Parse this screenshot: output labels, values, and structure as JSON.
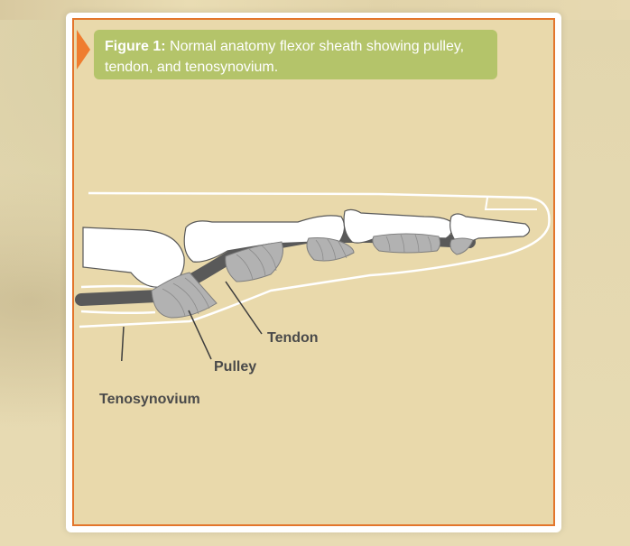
{
  "figure": {
    "label": "Figure 1:",
    "caption": "Normal anatomy flexor sheath showing pulley, tendon, and tenosynovium."
  },
  "labels": {
    "tendon": "Tendon",
    "pulley": "Pulley",
    "tenosynovium": "Tenosynovium"
  },
  "colors": {
    "accent_orange": "#e3762c",
    "caption_green": "#b4c46a",
    "panel_tan": "#e9d9ab",
    "tendon_gray": "#595959",
    "pulley_gray": "#b2b2b2",
    "bone_white": "#ffffff"
  }
}
